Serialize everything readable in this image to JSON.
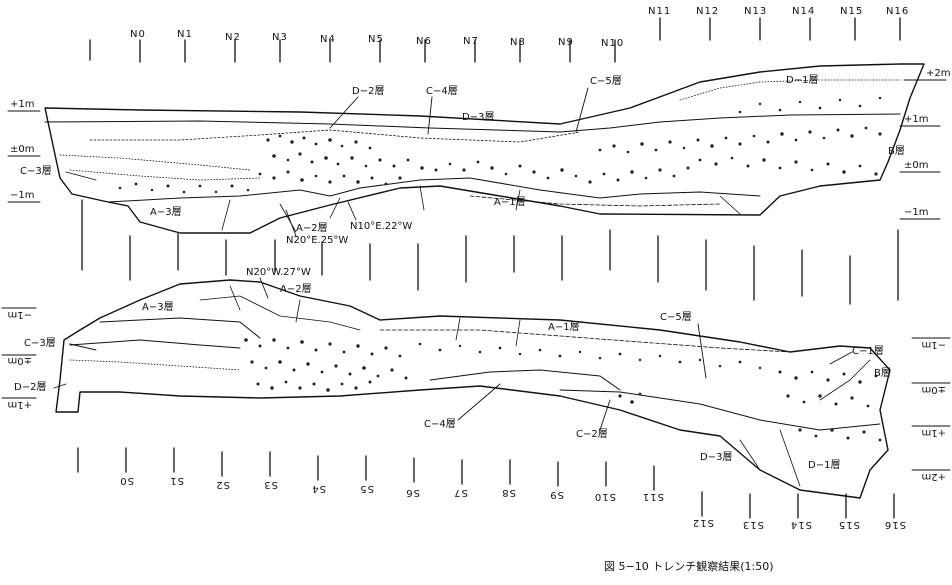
{
  "caption": "図 5−10 トレンチ観察結果(1:50)",
  "north": {
    "stations": [
      "N0",
      "N1",
      "N2",
      "N3",
      "N4",
      "N5",
      "N6",
      "N7",
      "N8",
      "N9",
      "N10",
      "N11",
      "N12",
      "N13",
      "N14",
      "N15",
      "N16"
    ],
    "elevation_left": [
      "+1m",
      "±0m",
      "−1m"
    ],
    "elevation_right": [
      "+2m",
      "+1m",
      "±0m",
      "−1m"
    ],
    "layers": {
      "d2": "D−2層",
      "c4": "C−4層",
      "c5": "C−5層",
      "d1": "D−1層",
      "d3": "D−3層",
      "c3": "C−3層",
      "b": "B層",
      "a3": "A−3層",
      "a2": "A−2層",
      "a1": "A−1層"
    },
    "strikes": [
      "N10°E.22°W",
      "N20°E.25°W"
    ]
  },
  "south": {
    "stations": [
      "S0",
      "S1",
      "S2",
      "S3",
      "S4",
      "S5",
      "S6",
      "S7",
      "S8",
      "S9",
      "S10",
      "S11",
      "S12",
      "S13",
      "S14",
      "S15",
      "S16"
    ],
    "elevation_left": [
      "−1m",
      "±0m",
      "+1m"
    ],
    "elevation_right": [
      "−1m",
      "±0m",
      "+1m",
      "+2m"
    ],
    "layers": {
      "a3": "A−3層",
      "a2": "A−2層",
      "a1": "A−1層",
      "c5": "C−5層",
      "c3": "C−3層",
      "c1": "C−1層",
      "b": "B層",
      "d2": "D−2層",
      "c4": "C−4層",
      "c2": "C−2層",
      "d3": "D−3層",
      "d1": "D−1層"
    },
    "strikes": [
      "N20°W.27°W"
    ]
  }
}
